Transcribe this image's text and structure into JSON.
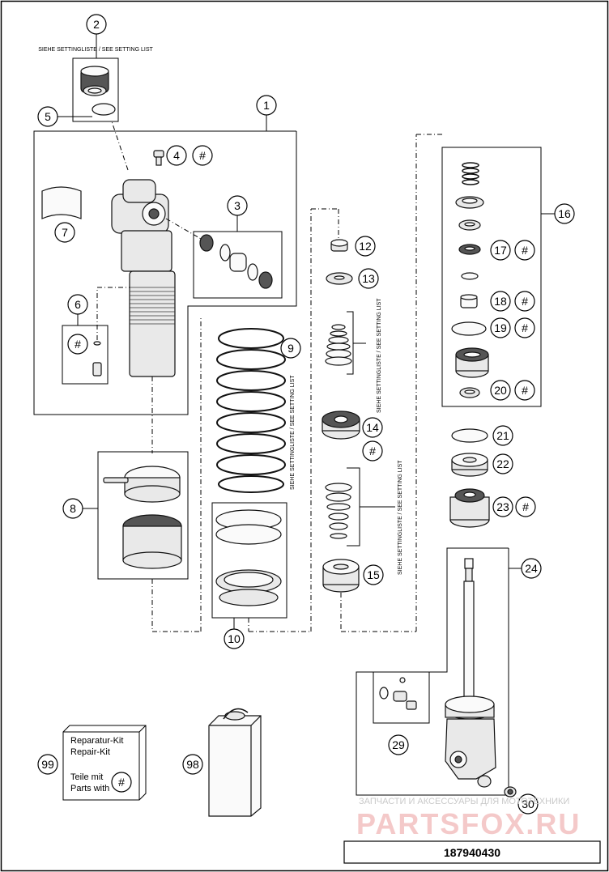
{
  "callouts": [
    "1",
    "2",
    "3",
    "4",
    "5",
    "6",
    "7",
    "8",
    "9",
    "10",
    "12",
    "13",
    "14",
    "15",
    "16",
    "17",
    "18",
    "19",
    "20",
    "21",
    "22",
    "23",
    "24",
    "29",
    "30",
    "98",
    "99"
  ],
  "hash_symbol": "#",
  "setting_list_label": "SIEHE SETTINGLISTE / SEE SETTING LIST",
  "repair_kit": {
    "line1": "Reparatur-Kit",
    "line2": "Repair-Kit",
    "line3": "Teile mit",
    "line4": "Parts with"
  },
  "watermark": {
    "text": "ЗАПЧАСТИ И АКСЕССУАРЫ ДЛЯ МОТОТЕХНИКИ",
    "brand": "PARTSFOX.RU",
    "color": "#e06060"
  },
  "drawing_number": "187940430"
}
